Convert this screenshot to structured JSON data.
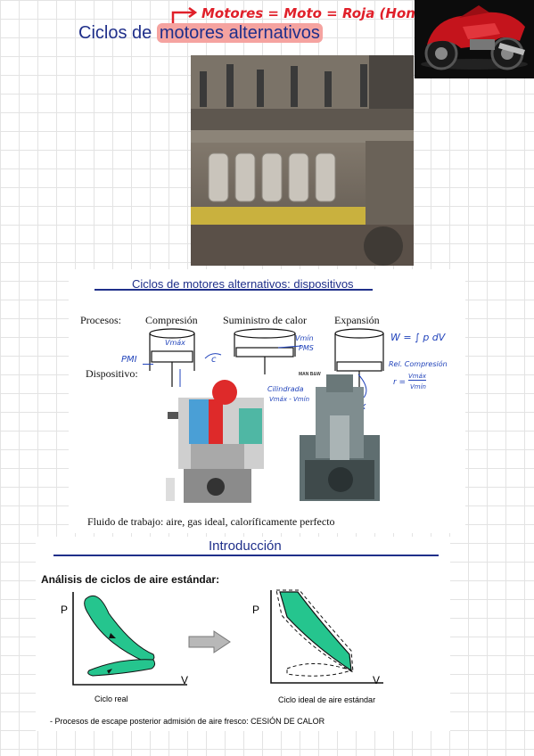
{
  "handnote": {
    "text": "Motores = Moto = Roja (Honda)"
  },
  "slide1": {
    "title_prefix": "Ciclos de ",
    "title_highlight": "motores alternativos"
  },
  "slide2": {
    "title": "Ciclos de motores alternativos: dispositivos",
    "procesos_label": "Procesos:",
    "compresion": "Compresión",
    "suministro": "Suministro de calor",
    "expansion": "Expansión",
    "dispositivo_label": "Dispositivo:",
    "fluido": "Fluido de trabajo: aire, gas ideal, caloríficamente perfecto",
    "ann_vmax": "Vmáx",
    "ann_vmin": "Vmín",
    "ann_pmi": "PMI",
    "ann_pms": "PMS",
    "ann_cilindrada": "Cilindrada",
    "ann_cil_formula": "Vmáx - Vmín",
    "ann_work": "W = ∫ p dV",
    "ann_relcomp": "Rel. Compresión",
    "ann_r": "r =",
    "ann_r_num": "Vmáx",
    "ann_r_den": "Vmín",
    "ann_c": "c",
    "ann_x": "x",
    "ann_man": "MAN B&W"
  },
  "slide3": {
    "title": "Introducción",
    "heading": "Análisis de ciclos de aire estándar:",
    "p_axis": "P",
    "v_axis": "V",
    "caption_real": "Ciclo real",
    "caption_ideal": "Ciclo ideal de aire estándar",
    "footer": "- Procesos de escape posterior admisión de aire fresco:  CESIÓN DE CALOR"
  },
  "colors": {
    "cycle_fill": "#25c58e",
    "title_blue": "#1f2f8a",
    "highlight": "#f5a3a0",
    "hand_red": "#e0202a"
  }
}
